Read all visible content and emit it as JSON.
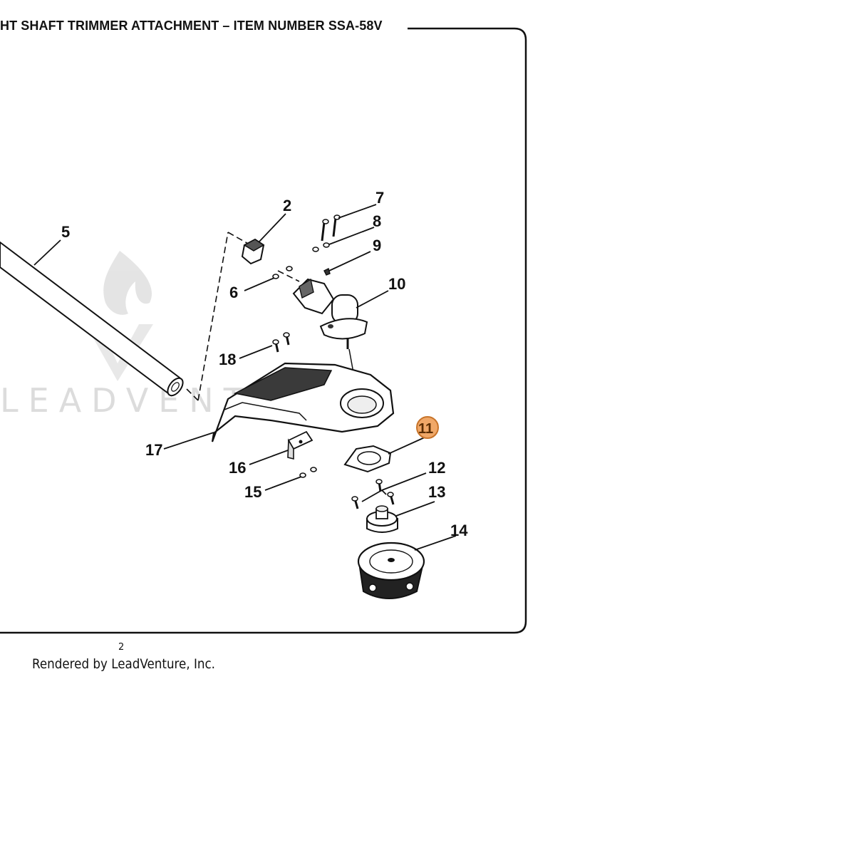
{
  "diagram": {
    "title": "HT SHAFT TRIMMER ATTACHMENT – ITEM NUMBER SSA-58V",
    "page_number": "2",
    "footer": "Rendered by LeadVenture, Inc.",
    "watermark": "LEADVENTURE",
    "highlight_color": "#f0a868",
    "callouts": {
      "c2": "2",
      "c5": "5",
      "c6": "6",
      "c7": "7",
      "c8": "8",
      "c9": "9",
      "c10": "10",
      "c11": "11",
      "c12": "12",
      "c13": "13",
      "c14": "14",
      "c15": "15",
      "c16": "16",
      "c17": "17",
      "c18": "18"
    }
  }
}
